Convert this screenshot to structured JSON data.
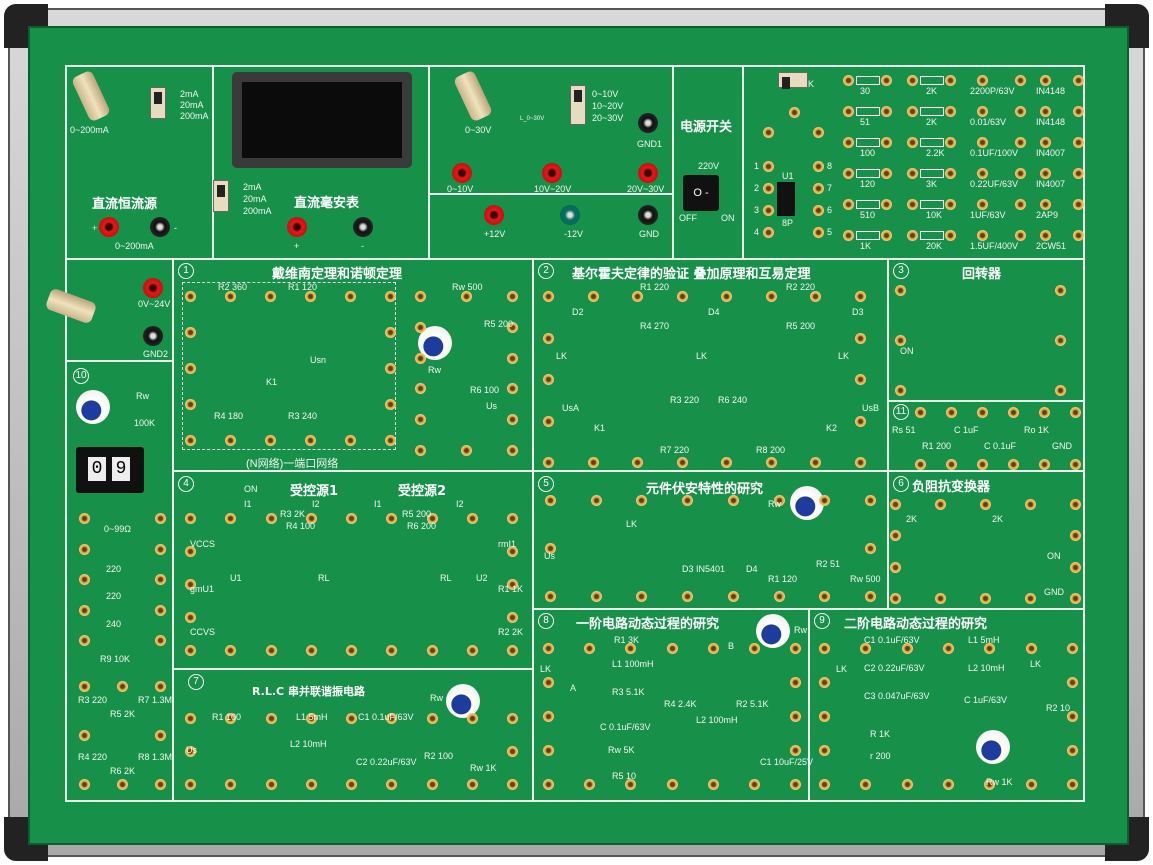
{
  "top": {
    "current_source": {
      "title": "直流恒流源",
      "knob": "0~200mA",
      "ranges": [
        "2mA",
        "20mA",
        "200mA"
      ],
      "output": "0~200mA",
      "plus": "+",
      "minus": "-"
    },
    "milliammeter": {
      "title": "直流毫安表",
      "ranges": [
        "2mA",
        "20mA",
        "200mA"
      ],
      "plus": "+",
      "minus": "-"
    },
    "voltage_source": {
      "knob": "0~30V",
      "led": "L_0~30V",
      "ranges": [
        "0~10V",
        "10~20V",
        "20~30V"
      ],
      "gnd1": "GND1",
      "outputs": [
        "0~10V",
        "10V~20V",
        "20V~30V"
      ],
      "p12": "+12V",
      "m12": "-12V",
      "gnd": "GND"
    },
    "power": {
      "title": "电源开关",
      "voltage": "220V",
      "off": "OFF",
      "on": "ON",
      "switch_glyph": "O -"
    },
    "components": {
      "switch": "K",
      "ic": "U1",
      "ic_pkg": "8P",
      "pins": [
        "1",
        "2",
        "3",
        "4",
        "5",
        "6",
        "7",
        "8"
      ],
      "resistors_a": [
        "30",
        "51",
        "100",
        "120",
        "510",
        "1K"
      ],
      "resistors_b": [
        "2K",
        "2K",
        "2.2K",
        "3K",
        "10K",
        "20K"
      ],
      "capacitors": [
        "2200P/63V",
        "0.01/63V",
        "0.1UF/100V",
        "0.22UF/63V",
        "1UF/63V",
        "1.5UF/400V"
      ],
      "diodes": [
        "IN4148",
        "IN4148",
        "IN4007",
        "IN4007",
        "2AP9",
        "2CW51"
      ]
    }
  },
  "left": {
    "adjust": "0V~24V",
    "gnd2": "GND2",
    "num": "10",
    "rw": "Rw",
    "rw_val": "100K",
    "counter": [
      "0",
      "9"
    ],
    "pot": "0~99Ω",
    "resistors": [
      "220",
      "220",
      "240",
      "R9 10K"
    ],
    "grid": [
      "R3 220",
      "R5 2K",
      "R7 1.3M",
      "R4 220",
      "R6 2K",
      "R8 1.3M"
    ]
  },
  "sections": {
    "s1": {
      "num": "1",
      "title": "戴维南定理和诺顿定理",
      "footer": "(N网络)一端口网络",
      "labels": [
        "R2 360",
        "R1 120",
        "R4 180",
        "R3 240",
        "K1",
        "Usn",
        "Rw 500",
        "R5 200",
        "R6 100",
        "Rw",
        "Us"
      ]
    },
    "s2": {
      "num": "2",
      "title": "基尔霍夫定律的验证   叠加原理和互易定理",
      "labels": [
        "R1 220",
        "R4 270",
        "R2 220",
        "R5 200",
        "R3 220",
        "R6 240",
        "R7 220",
        "R8 200",
        "LK",
        "LK",
        "LK",
        "UsA",
        "UsB",
        "K1",
        "K2",
        "D2",
        "D4",
        "D3"
      ]
    },
    "s3": {
      "num": "3",
      "title": "回转器",
      "on": "ON"
    },
    "s11": {
      "num": "11",
      "labels": [
        "Rs 51",
        "R1 200",
        "C 1uF",
        "C 0.1uF",
        "Ro 1K",
        "GND"
      ]
    },
    "s4": {
      "num": "4",
      "title1": "受控源1",
      "title2": "受控源2",
      "on": "ON",
      "labels": [
        "VCCS",
        "gmU1",
        "CCVS",
        "rmI1",
        "R1 1K",
        "R2 2K",
        "R3 2K",
        "R4 100",
        "R5 200",
        "R6 200",
        "U1",
        "RL",
        "RL",
        "U2",
        "I1",
        "I2",
        "I1",
        "I2"
      ]
    },
    "s5": {
      "num": "5",
      "title": "元件伏安特性的研究",
      "labels": [
        "LK",
        "Rw",
        "Us",
        "D3 IN5401",
        "D4",
        "R1 120",
        "R2 51",
        "Rw 500"
      ]
    },
    "s6": {
      "num": "6",
      "title": "负阻抗变换器",
      "on": "ON",
      "labels": [
        "2K",
        "2K",
        "GND"
      ]
    },
    "s7": {
      "num": "7",
      "title": "R.L.C 串并联谐振电路",
      "labels": [
        "R1 100",
        "L1 5mH",
        "C1 0.1uF/63V",
        "L2 10mH",
        "C2 0.22uF/63V",
        "R2 100",
        "Rw 1K",
        "Rw",
        "Us"
      ]
    },
    "s8": {
      "num": "8",
      "title": "一阶电路动态过程的研究",
      "labels": [
        "R1 3K",
        "L1 100mH",
        "R3 5.1K",
        "C 0.1uF/63V",
        "Rw 5K",
        "R5 10",
        "R4 2.4K",
        "L2 100mH",
        "R2 5.1K",
        "C1 10uF/25V",
        "LK",
        "A",
        "B",
        "Rw"
      ]
    },
    "s9": {
      "num": "9",
      "title": "二阶电路动态过程的研究",
      "labels": [
        "C1 0.1uF/63V",
        "C2 0.22uF/63V",
        "C3 0.047uF/63V",
        "R 1K",
        "r 200",
        "L1 5mH",
        "L2 10mH",
        "C 1uF/63V",
        "R2 10",
        "Rw 1K",
        "LK",
        "LK"
      ]
    }
  },
  "colors": {
    "board": "#17904a",
    "lines": "#e9f3ea",
    "terminal": "#d9a640"
  }
}
